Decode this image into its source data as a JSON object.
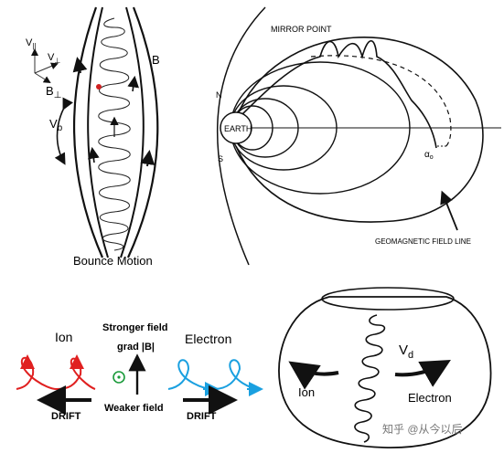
{
  "colors": {
    "ion": "#e02020",
    "electron": "#1aa0e0",
    "center_mark": "#1a9a3a",
    "ink": "#111111"
  },
  "bounce_panel": {
    "caption": "Bounce Motion",
    "axis_parallel": "V",
    "axis_parallel_sub": "||",
    "axis_perp": "V",
    "axis_perp_sub": "⊥",
    "field_perp": "B",
    "field_perp_sub": "⊥",
    "bounce_velocity": "V",
    "bounce_velocity_sub": "b",
    "field": "B"
  },
  "field_line_panel": {
    "mirror_point": "MIRROR POINT",
    "north": "N",
    "south": "S",
    "earth": "EARTH",
    "pitch_angle": "α",
    "pitch_angle_sub": "o",
    "geomagnetic_field_line": "GEOMAGNETIC FIELD LINE"
  },
  "drift_panel": {
    "ion": "Ion",
    "electron": "Electron",
    "stronger_field": "Stronger field",
    "gradient": "grad |B|",
    "weaker_field": "Weaker field",
    "drift_left": "DRIFT",
    "drift_right": "DRIFT"
  },
  "torus_panel": {
    "drift_velocity": "V",
    "drift_velocity_sub": "d",
    "ion": "Ion",
    "electron": "Electron"
  },
  "watermark": "知乎 @从今以后"
}
